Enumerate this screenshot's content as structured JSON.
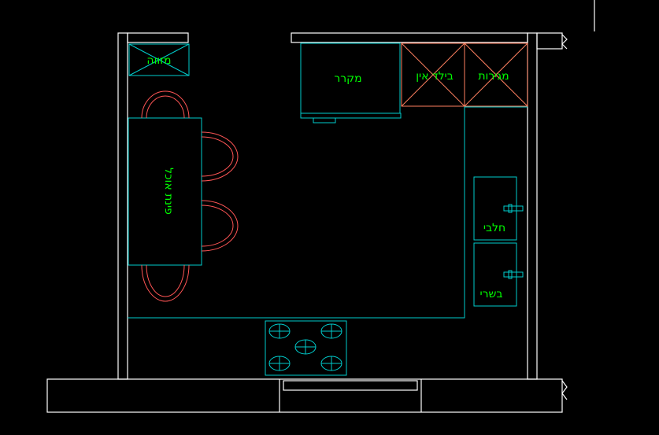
{
  "labels": {
    "pantry": "מזווה",
    "fridge": "מקרר",
    "built_in_oven": "בילד אין",
    "drawers": "מגירות",
    "dining_table": "פינת אוכל",
    "dairy_sink": "חלבי",
    "meat_sink": "בשרי"
  },
  "colors": {
    "background": "#000000",
    "walls": "#ffffff",
    "furniture": "#00cccc",
    "chairs": "#ff5555",
    "cabinets": "#ff8060",
    "text": "#00ff00"
  }
}
